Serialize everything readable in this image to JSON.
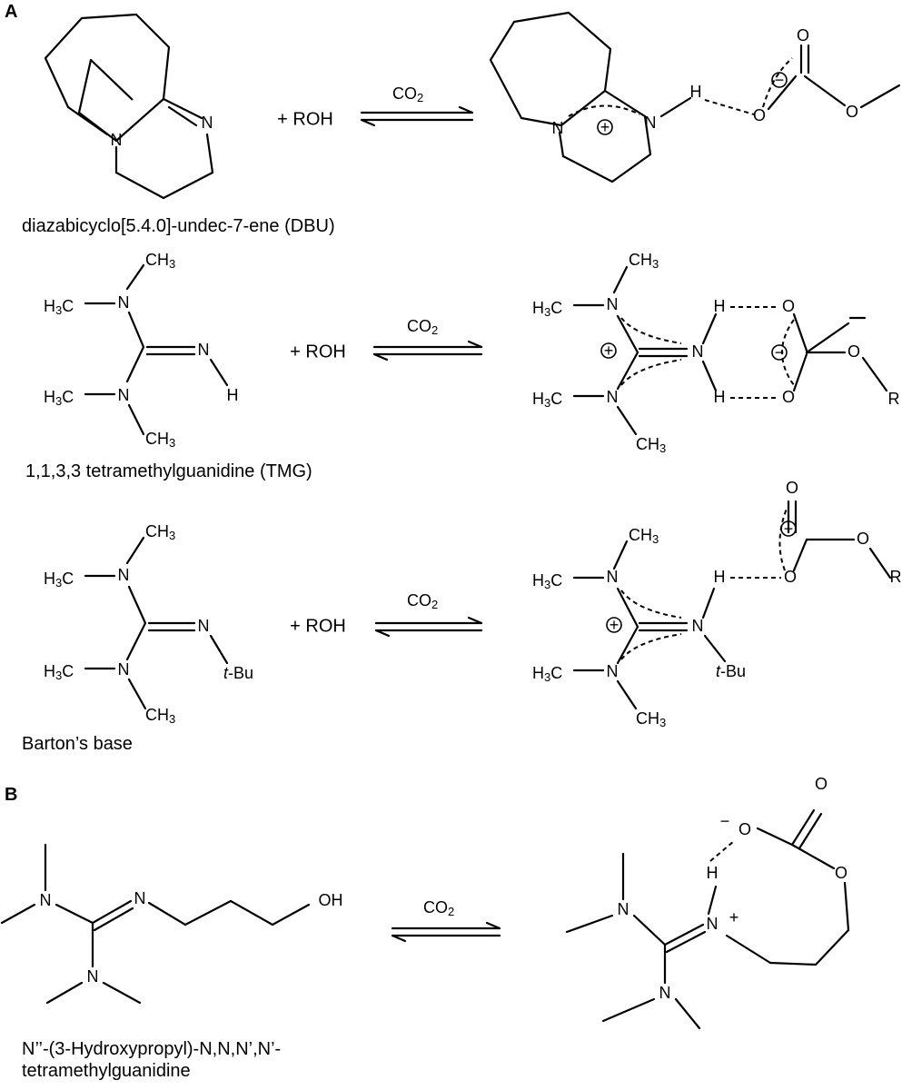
{
  "sections": {
    "a": "A",
    "b": "B"
  },
  "captions": {
    "dbu": "diazabicyclo[5.4.0]-undec-7-ene (DBU)",
    "tmg": "1,1,3,3 tetramethylguanidine (TMG)",
    "barton": "Barton’s base",
    "hpg_line1": "N’’-(3-Hydroxypropyl)-N,N,N’,N’-",
    "hpg_line2": "tetramethylguanidine"
  },
  "reagents": {
    "plus_roh": "+ ROH",
    "co2": "CO",
    "co2_sub": "2"
  },
  "atoms": {
    "N": "N",
    "H": "H",
    "O": "O",
    "R": "R",
    "OH": "OH",
    "H3C_main": "H",
    "H3C_sub": "3",
    "H3C_tail": "C",
    "CH3_main": "CH",
    "CH3_sub": "3",
    "tbu_t": "t",
    "tbu_rest": "-Bu"
  },
  "charges": {
    "plus": "+",
    "minus": "−"
  }
}
